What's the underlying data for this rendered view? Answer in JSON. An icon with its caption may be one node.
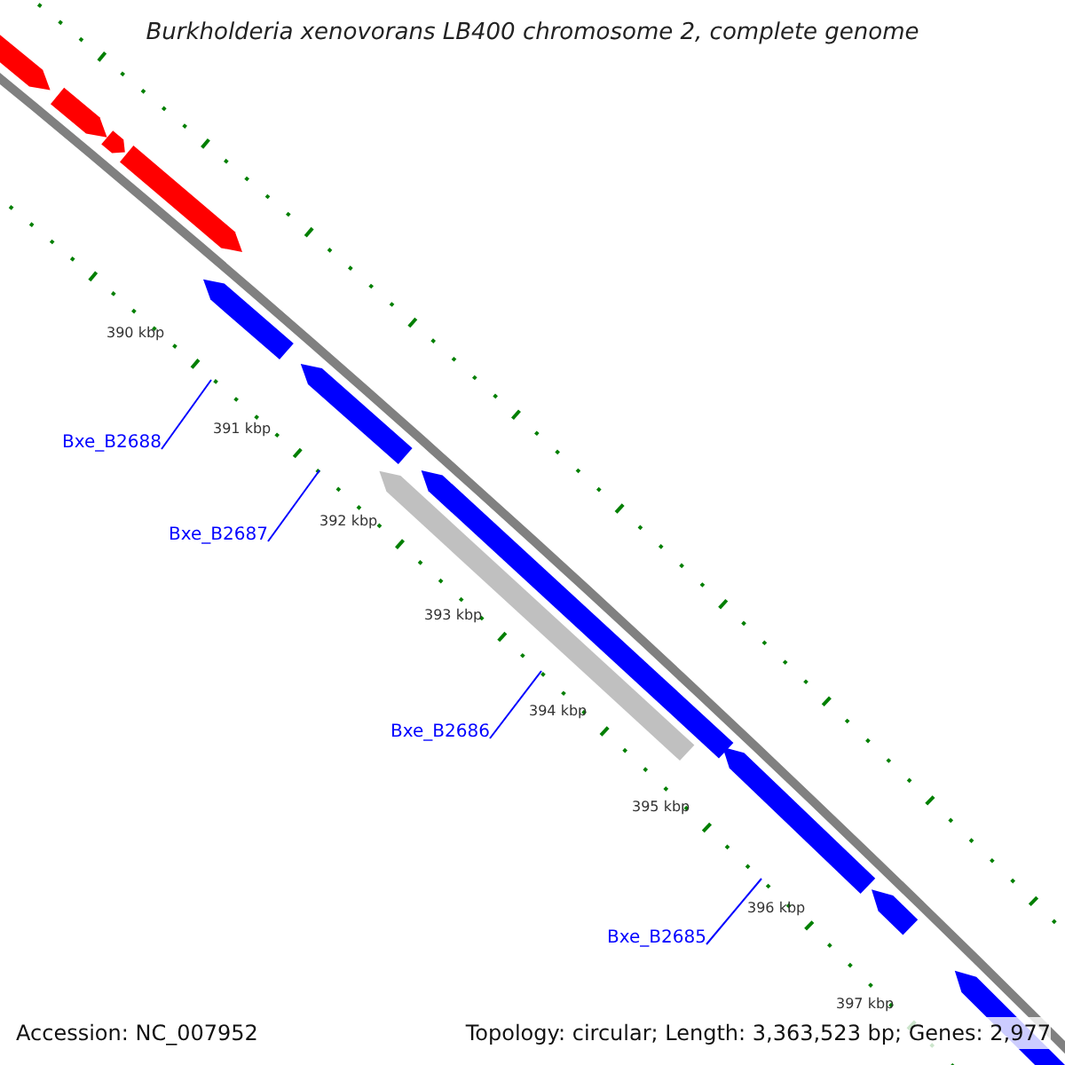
{
  "diagram": {
    "title": "Burkholderia xenovorans LB400 chromosome 2, complete genome",
    "nodes": [
      {
        "text": [
          "Bxe_B2688"
        ]
      },
      {
        "text": [
          "Bxe_B2687"
        ]
      },
      {
        "text": [
          "Bxe_B2686"
        ]
      },
      {
        "text": [
          "Bxe_B2685"
        ]
      }
    ],
    "edges": [
      {
        "from": 0,
        "to": null,
        "arrow": "none"
      },
      {
        "from": 1,
        "to": null,
        "arrow": "none"
      },
      {
        "from": 2,
        "to": null,
        "arrow": "none"
      },
      {
        "from": 3,
        "to": null,
        "arrow": "none"
      }
    ],
    "labels": [
      "390 kbp",
      "391 kbp",
      "392 kbp",
      "393 kbp",
      "394 kbp",
      "395 kbp",
      "396 kbp",
      "397 kbp",
      "Accession: NC_007952",
      "Topology: circular; Length: 3,363,523 bp; Genes: 2,977"
    ]
  }
}
